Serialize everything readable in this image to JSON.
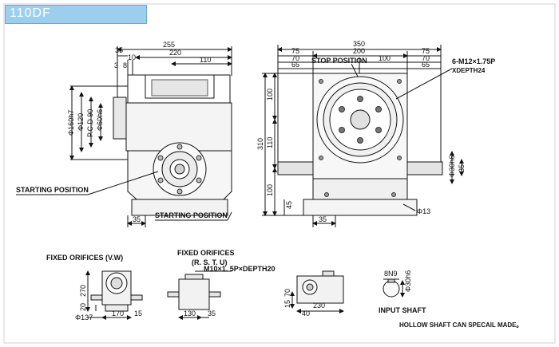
{
  "model": "110DF",
  "labels": {
    "stop_position": "STOP POSITION",
    "thread_spec": "6-M12×1.75P",
    "thread_depth": "XDEPTH24",
    "starting_position_left": "STARTING POSITION",
    "starting_position_bottom": "STARTING POSITION",
    "fixed_orifices_vw": "FIXED ORIFICES (V.W)",
    "fixed_orifices_rstu_1": "FIXED ORIFICES",
    "fixed_orifices_rstu_2": "(R. S. T. U)",
    "rstu_thread": "M10×1. 5P×DEPTH20",
    "input_shaft": "INPUT SHAFT",
    "hollow_note": "HOLLOW SHAFT CAN SPECAIL MADE。"
  },
  "side_view": {
    "top_dims": {
      "d255": "255",
      "d220": "220",
      "d110": "110",
      "d35": "35",
      "d10": "10",
      "d3": "3",
      "d8": "8"
    },
    "left_dims": {
      "d160": "Φ160h7",
      "d120": "Φ120",
      "pcd": "P.C.D 90",
      "d60": "Φ60h6"
    },
    "bottom_dim": "35"
  },
  "front_view": {
    "top_dims": {
      "d350": "350",
      "d200": "200",
      "d75a": "75",
      "d75b": "75",
      "d70a": "70",
      "d70b": "70",
      "d65a": "65",
      "d65b": "65",
      "d100": "100"
    },
    "left_dims": {
      "d100a": "100",
      "d310": "310",
      "d110": "110",
      "d100b": "100",
      "d45": "45"
    },
    "right_dims": {
      "d30": "Φ30h6",
      "d35": "35"
    },
    "bottom_dims": {
      "d35": "35",
      "d13": "Φ13"
    }
  },
  "small_views": {
    "vw": {
      "d270": "270",
      "d20": "20",
      "d137": "Φ137",
      "d170": "170",
      "d15": "15"
    },
    "rstu": {
      "d130": "130",
      "d35": "35"
    },
    "top": {
      "d15": "15",
      "d70": "70",
      "d40": "40",
      "d230": "230"
    },
    "shaft": {
      "d8n9": "8N9",
      "d30": "Φ30h6"
    }
  }
}
